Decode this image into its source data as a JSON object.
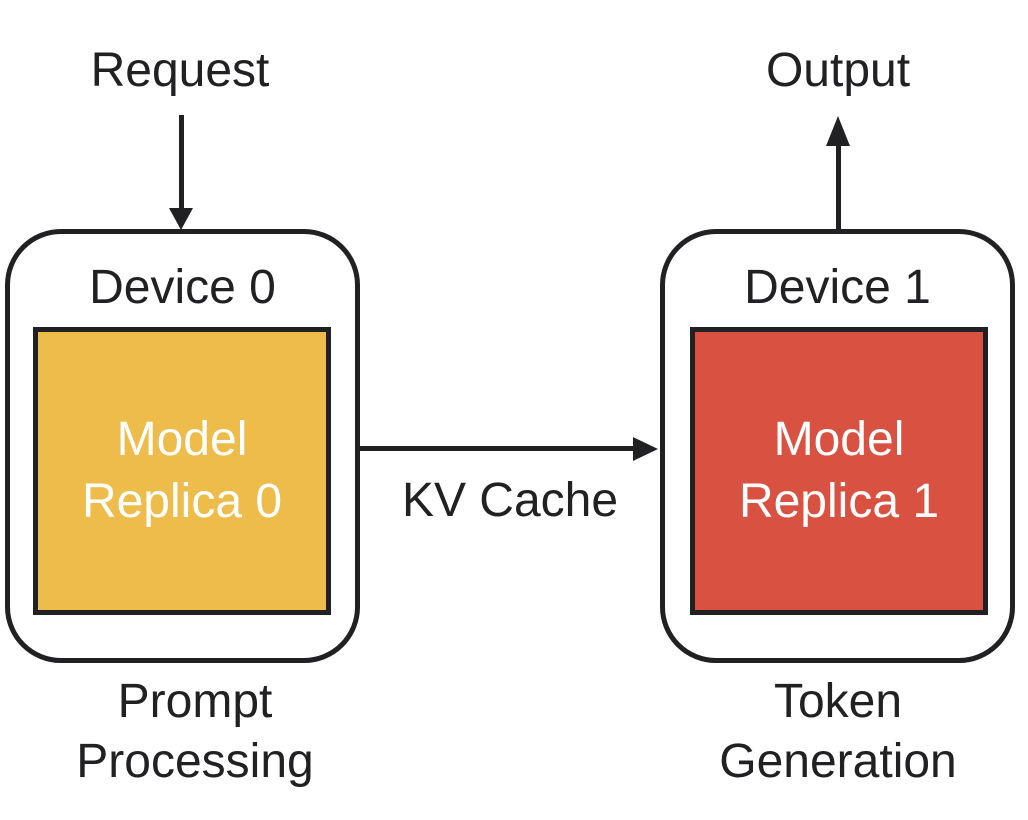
{
  "diagram": {
    "request_label": "Request",
    "output_label": "Output",
    "kv_cache_label": "KV Cache",
    "device0": {
      "title": "Device 0",
      "model_label": "Model Replica 0",
      "caption": "Prompt Processing",
      "fill": "#EEBC4A"
    },
    "device1": {
      "title": "Device 1",
      "model_label": "Model Replica 1",
      "caption": "Token Generation",
      "fill": "#D95140"
    },
    "colors": {
      "stroke": "#212124",
      "text": "#212124",
      "model_text": "#FFFFFF",
      "background": "#FFFFFF"
    }
  }
}
